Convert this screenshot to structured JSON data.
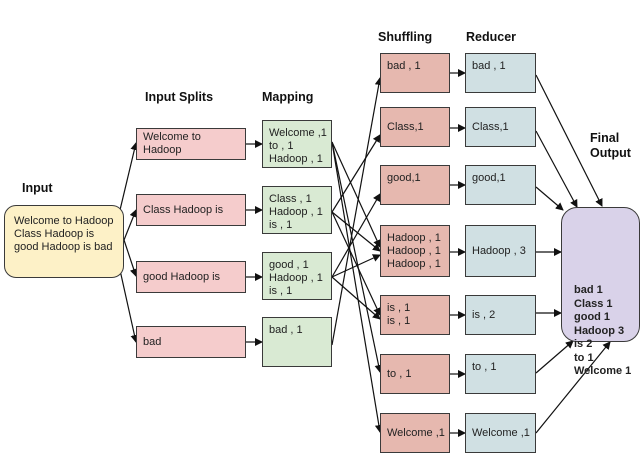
{
  "headers": {
    "input": "Input",
    "input_splits": "Input Splits",
    "mapping": "Mapping",
    "shuffling": "Shuffling",
    "reducer": "Reducer",
    "final_output": [
      "Final",
      "Output"
    ]
  },
  "input": {
    "lines": [
      "Welcome to Hadoop",
      "Class Hadoop is",
      "good Hadoop is bad"
    ]
  },
  "splits": [
    "Welcome to Hadoop",
    "Class Hadoop is",
    "good Hadoop is",
    "bad"
  ],
  "mapping": [
    [
      "Welcome ,1",
      "to , 1",
      "Hadoop , 1"
    ],
    [
      "Class , 1",
      "Hadoop , 1",
      "is , 1"
    ],
    [
      "good , 1",
      "Hadoop , 1",
      "is , 1"
    ],
    [
      "bad , 1"
    ]
  ],
  "shuffling": [
    [
      "bad , 1"
    ],
    [
      "Class,1"
    ],
    [
      "good,1"
    ],
    [
      "Hadoop , 1",
      "Hadoop , 1",
      "Hadoop , 1"
    ],
    [
      "is , 1",
      "is , 1"
    ],
    [
      "to ,  1"
    ],
    [
      "Welcome ,1"
    ]
  ],
  "reducer": [
    "bad , 1",
    "Class,1",
    "good,1",
    "Hadoop , 3",
    "is , 2",
    "to ,  1",
    "Welcome ,1"
  ],
  "final_output": [
    "bad 1",
    "Class 1",
    "good 1",
    "Hadoop 3",
    "is 2",
    "to 1",
    "Welcome 1"
  ],
  "colors": {
    "input": "#fdf1c7",
    "split": "#f5cccc",
    "mapping": "#d9ead3",
    "shuffling": "#e6b8af",
    "reducer": "#d0e0e3",
    "final": "#d9d2e9"
  }
}
